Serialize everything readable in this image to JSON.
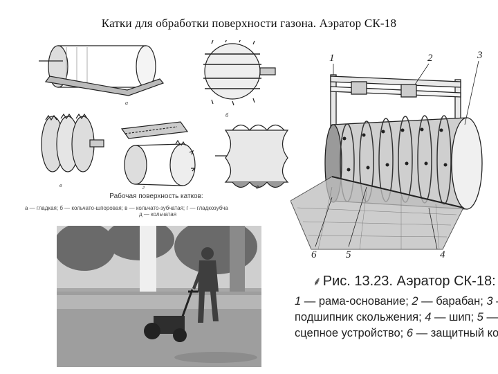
{
  "title": "Катки для обработки поверхности газона. Аэратор СК-18",
  "rollers": {
    "labels": [
      "а",
      "б",
      "в",
      "г",
      "д"
    ],
    "caption": "Рабочая поверхность катков:",
    "legend": "а — гладкая; б — кольчато-шпоровая; в — кольчато-зубчатая; г — гладкозубча",
    "legend_tail": "д — кольчатая"
  },
  "aerator_callouts": [
    "1",
    "2",
    "3",
    "4",
    "5",
    "6"
  ],
  "figure": {
    "mark": "⸙",
    "title": "Рис. 13.23. Аэратор СК-18:",
    "lines": [
      {
        "n1": "1",
        "t1": " — рама-основание; ",
        "n2": "2",
        "t2": " — барабан; ",
        "n3": "3",
        "t3": " —"
      },
      {
        "n1": "",
        "t1": "подшипник скольжения; ",
        "n2": "4",
        "t2": " — шип; ",
        "n3": "5",
        "t3": " —"
      },
      {
        "n1": "",
        "t1": "сцепное устройство; ",
        "n2": "6",
        "t2": " — защитный ко-",
        "n3": "",
        "t3": ""
      }
    ]
  },
  "colors": {
    "ink": "#222222",
    "photo_gray": "#9a9a9a"
  }
}
